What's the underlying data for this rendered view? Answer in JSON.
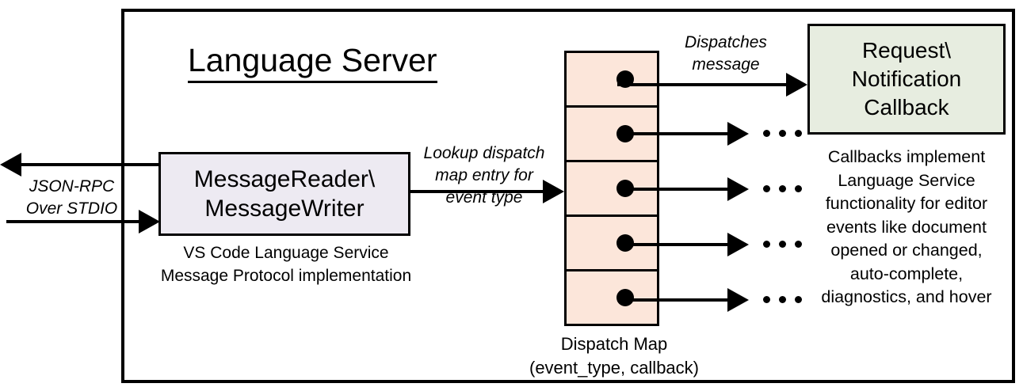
{
  "diagram": {
    "title": "Language Server",
    "frame_label": "language-server-boundary"
  },
  "nodes": {
    "message_reader": {
      "label": "MessageReader\\\nMessageWriter",
      "caption": "VS Code Language Service\nMessage Protocol implementation",
      "fill": "#EDEAF2"
    },
    "dispatch_map": {
      "caption": "Dispatch Map\n(event_type, callback)",
      "fill": "#FCE6DA",
      "row_count": 5,
      "rows": [
        {
          "index": 1,
          "has_dot": true,
          "target": "Request\\Notification Callback"
        },
        {
          "index": 2,
          "has_dot": true,
          "target": "..."
        },
        {
          "index": 3,
          "has_dot": true,
          "target": "..."
        },
        {
          "index": 4,
          "has_dot": true,
          "target": "..."
        },
        {
          "index": 5,
          "has_dot": true,
          "target": "..."
        }
      ]
    },
    "callback": {
      "label": "Request\\\nNotification\nCallback",
      "caption": "Callbacks implement\nLanguage Service\nfunctionality for editor\nevents like document\nopened or changed,\nauto-complete,\ndiagnostics, and hover",
      "fill": "#E7EDE0"
    }
  },
  "edges": {
    "transport": {
      "label": "JSON-RPC\nOver STDIO",
      "inbound_direction": "right",
      "outbound_direction": "left"
    },
    "lookup": {
      "label": "Lookup dispatch\nmap entry for\nevent type"
    },
    "dispatch": {
      "label": "Dispatches\nmessage"
    },
    "ellipsis": "..."
  },
  "colors": {
    "stroke": "#000000",
    "background": "#FFFFFF",
    "reader_fill": "#EDEAF2",
    "dispatch_fill": "#FCE6DA",
    "callback_fill": "#E7EDE0"
  }
}
